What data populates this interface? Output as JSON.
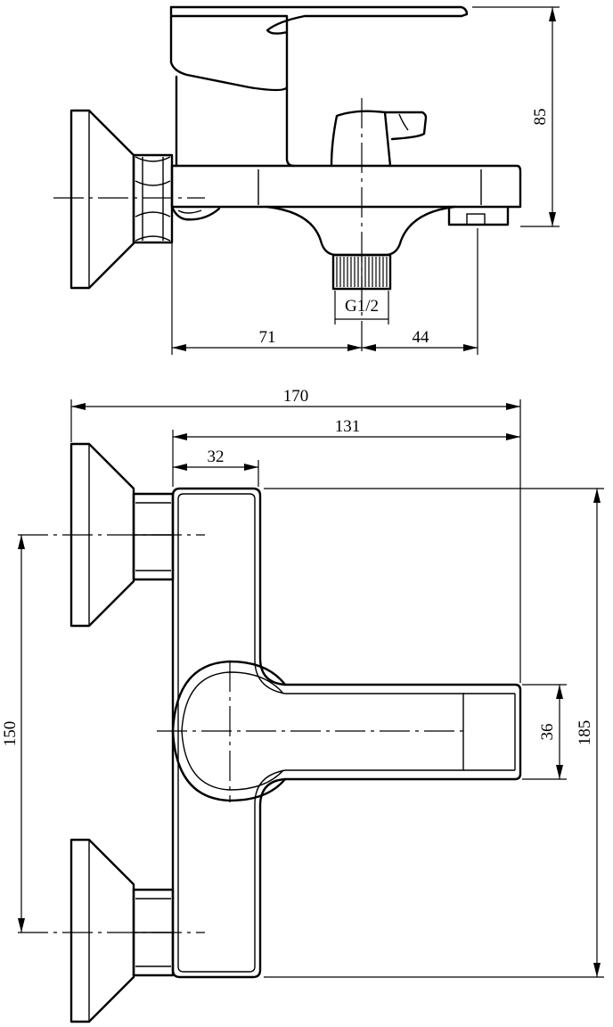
{
  "side_view": {
    "dim_height": "85",
    "dim_left": "71",
    "dim_right": "44",
    "thread": "G1/2"
  },
  "top_view": {
    "dim_total_width": "170",
    "dim_body_width": "131",
    "dim_body_depth": "32",
    "dim_centers": "150",
    "dim_spout_width": "36",
    "dim_total_height": "185"
  }
}
